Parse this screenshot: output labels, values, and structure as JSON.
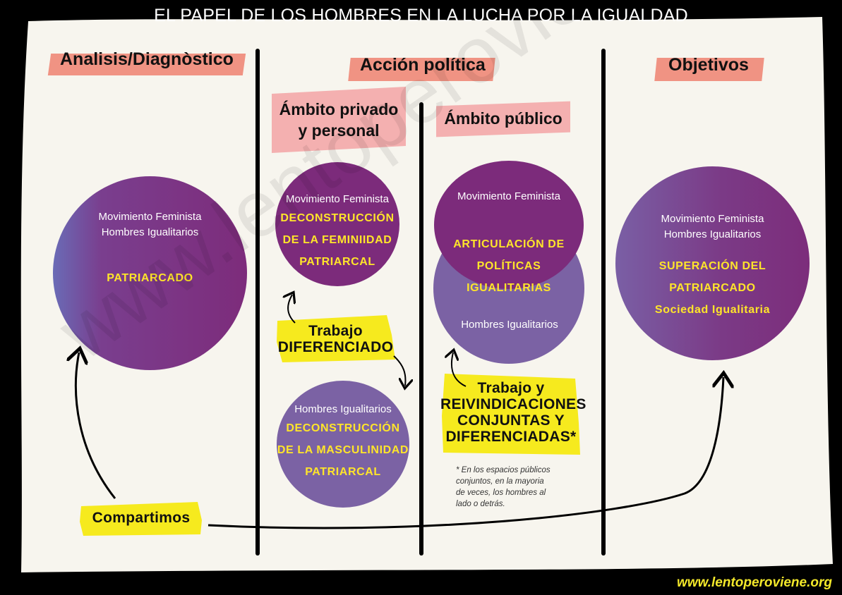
{
  "title": "EL PAPEL DE LOS HOMBRES EN LA LUCHA POR LA IGUALDAD",
  "headers": {
    "analisis": "Analisis/Diagnòstico",
    "accion": "Acción política",
    "objetivos": "Objetivos"
  },
  "subheaders": {
    "privado_line1": "Ámbito privado",
    "privado_line2": "y personal",
    "publico": "Ámbito público"
  },
  "circles": {
    "analisis": {
      "line1": "Movimiento Feminista",
      "line2": "Hombres Igualitarios",
      "key": "PATRIARCADO"
    },
    "privado_top": {
      "line1": "Movimiento Feminista",
      "key1": "DECONSTRUCCIÓN",
      "key2": "DE LA FEMINIIDAD",
      "key3": "PATRIARCAL"
    },
    "privado_bottom": {
      "line1": "Hombres Igualitarios",
      "key1": "DECONSTRUCCIÓN",
      "key2": "DE LA MASCULINIDAD",
      "key3": "PATRIARCAL"
    },
    "publico": {
      "top_line": "Movimiento Feminista",
      "key1": "ARTICULACIÓN DE",
      "key2": "POLÍTICAS",
      "key3": "IGUALITARIAS",
      "bottom_line": "Hombres Igualitarios"
    },
    "objetivos": {
      "line1": "Movimiento Feminista",
      "line2": "Hombres Igualitarios",
      "key1": "SUPERACIÓN DEL",
      "key2": "PATRIARCADO",
      "key3": "Sociedad Igualitaria"
    }
  },
  "labels": {
    "trabajo_line1": "Trabajo",
    "trabajo_line2": "DIFERENCIADO",
    "conjunto_line1": "Trabajo y",
    "conjunto_line2": "REIVINDICACIONES",
    "conjunto_line3": "CONJUNTAS Y",
    "conjunto_line4": "DIFERENCIADAS*",
    "compartimos": "Compartimos"
  },
  "footnote": {
    "line1": "* En los espacios públicos",
    "line2": "conjuntos, en la mayoria",
    "line3": "de veces, los hombres al",
    "line4": "lado o detrás."
  },
  "website": "www.lentoperoviene.org",
  "watermark": "www.lentoperoviene.org",
  "colors": {
    "background": "#000000",
    "paper": "#f7f5ee",
    "dark_purple": "#7c2b7b",
    "light_purple": "#7b62a4",
    "highlight_salmon": "#ef8a7a",
    "highlight_yellow": "#f6ea1e",
    "key_text_yellow": "#ffe52a"
  }
}
